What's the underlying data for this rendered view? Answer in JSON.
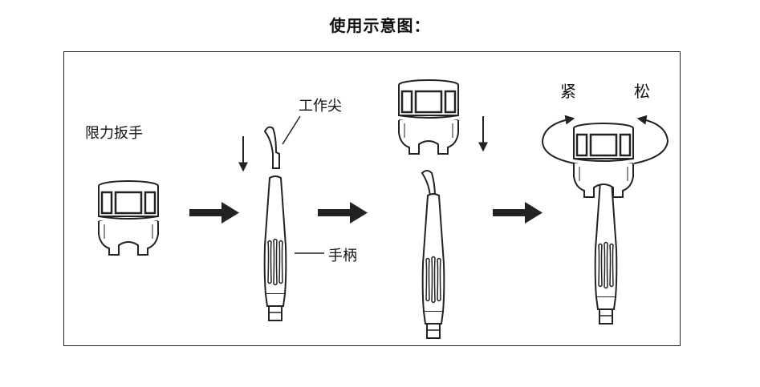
{
  "title": "使用示意图：",
  "labels": {
    "wrench": "限力扳手",
    "tip": "工作尖",
    "handle": "手柄",
    "tighten": "紧",
    "loosen": "松"
  },
  "colors": {
    "line": "#222222",
    "fill": "#ffffff",
    "arrow": "#222222"
  },
  "steps": [
    "wrench",
    "handpiece-with-tip",
    "wrench-over-handpiece",
    "wrench-mounted-rotate"
  ]
}
